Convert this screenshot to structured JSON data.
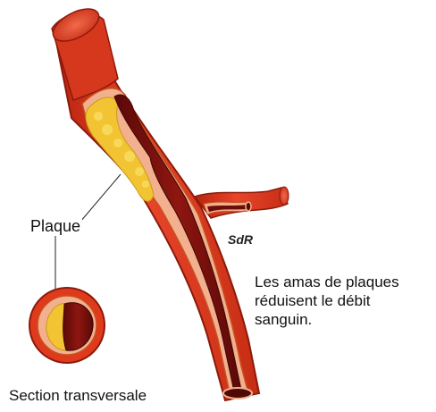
{
  "labels": {
    "plaque": "Plaque",
    "caption_lines": [
      "Les amas de plaques",
      "réduisent le débit",
      "sanguin."
    ],
    "cross_section": "Section transversale",
    "signature": "SdR"
  },
  "colors": {
    "vessel_wall": "#e03a1c",
    "vessel_outer_edge": "#a01c0c",
    "inner_lining": "#f3b08f",
    "plaque": "#f2c433",
    "blood": "#7d0f0b",
    "blood_dark": "#4e0806"
  }
}
